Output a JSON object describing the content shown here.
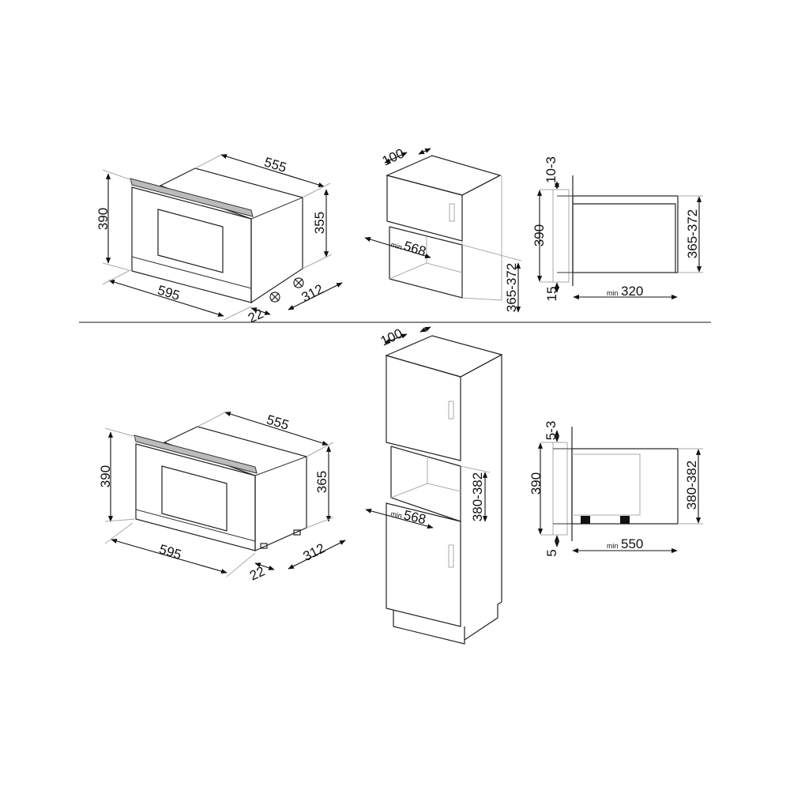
{
  "top_oven": {
    "width": "595",
    "height": "390",
    "depth": "555",
    "body_height": "355",
    "side_depth": "312",
    "front_offset": "22"
  },
  "top_cabinet": {
    "gap": "100",
    "min_label": "min",
    "niche_width": "568",
    "niche_height": "365-372"
  },
  "top_section": {
    "top_gap": "10-3",
    "height": "390",
    "bottom_gap": "15",
    "niche_height": "365-372",
    "min_label": "min",
    "depth": "320"
  },
  "bottom_oven": {
    "width": "595",
    "height": "390",
    "depth": "555",
    "body_height": "365",
    "side_depth": "312",
    "front_offset": "22"
  },
  "bottom_cabinet": {
    "gap": "100",
    "min_label": "min",
    "niche_width": "568",
    "niche_height": "380-382"
  },
  "bottom_section": {
    "top_gap": "5-3",
    "height": "390",
    "bottom_gap": "5",
    "niche_height": "380-382",
    "min_label": "min",
    "depth": "550"
  }
}
